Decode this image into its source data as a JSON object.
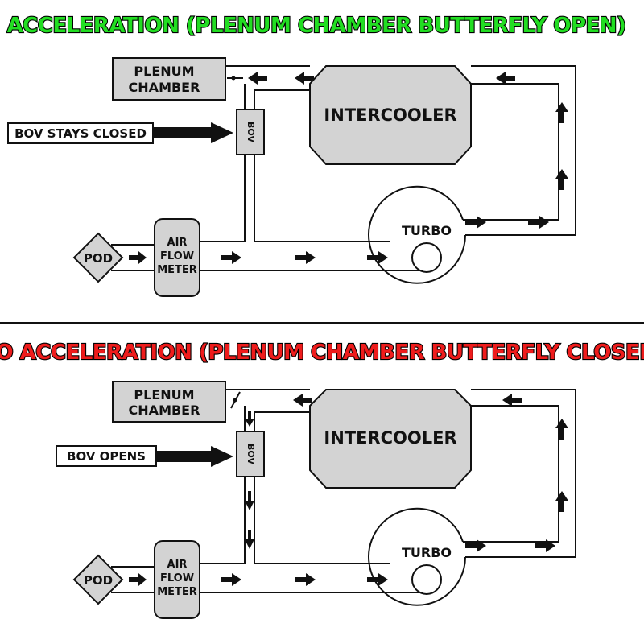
{
  "colors": {
    "top_title": "#22dd22",
    "bottom_title": "#ee1c1c",
    "component_fill": "#d3d3d3"
  },
  "top": {
    "title": "ACCELERATION (PLENUM CHAMBER BUTTERFLY OPEN)",
    "plenum_line1": "PLENUM",
    "plenum_line2": "CHAMBER",
    "intercooler": "INTERCOOLER",
    "bov": "BOV",
    "bov_callout": "BOV STAYS CLOSED",
    "turbo": "TURBO",
    "pod": "POD",
    "afm_line1": "AIR",
    "afm_line2": "FLOW",
    "afm_line3": "METER"
  },
  "bottom": {
    "title": "NO ACCELERATION (PLENUM CHAMBER BUTTERFLY CLOSED)",
    "plenum_line1": "PLENUM",
    "plenum_line2": "CHAMBER",
    "intercooler": "INTERCOOLER",
    "bov": "BOV",
    "bov_callout": "BOV OPENS",
    "turbo": "TURBO",
    "pod": "POD",
    "afm_line1": "AIR",
    "afm_line2": "FLOW",
    "afm_line3": "METER"
  }
}
